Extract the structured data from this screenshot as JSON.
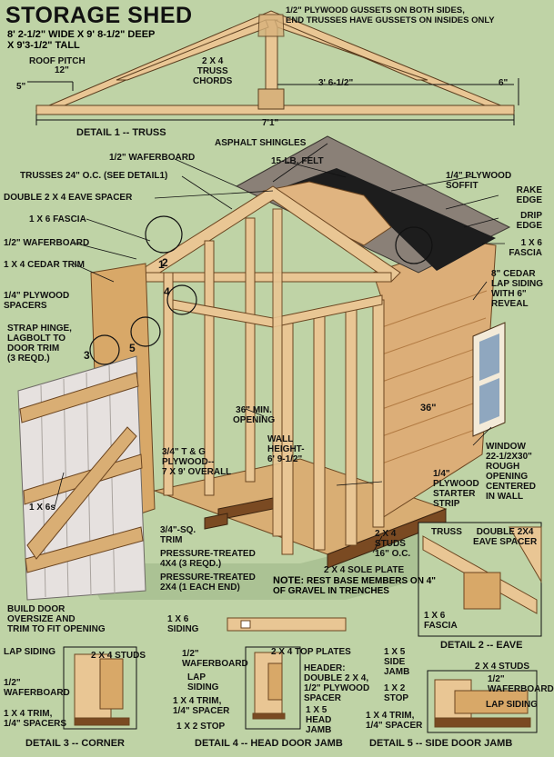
{
  "title": "STORAGE SHED",
  "subtitle": "8' 2-1/2\" WIDE X 9' 8-1/2\" DEEP\nX 9'3-1/2\" TALL",
  "truss_detail": {
    "roof_pitch": "ROOF PITCH",
    "run": "12\"",
    "rise": "5\"",
    "gusset_note": "1/2\" PLYWOOD GUSSETS ON BOTH SIDES,\nEND TRUSSES HAVE GUSSETS ON INSIDES ONLY",
    "chords": "2 X 4\nTRUSS\nCHORDS",
    "half_span": "3' 6-1/2\"",
    "heel": "6\"",
    "span": "7'1\"",
    "caption": "DETAIL 1 -- TRUSS"
  },
  "labels": {
    "waferboard_top": "1/2\" WAFERBOARD",
    "trusses": "TRUSSES 24\" O.C. (SEE DETAIL1)",
    "eave_spacer": "DOUBLE 2 X 4 EAVE SPACER",
    "fascia": "1 X 6 FASCIA",
    "waferboard_wall": "1/2\" WAFERBOARD",
    "cedar_trim": "1 X 4 CEDAR TRIM",
    "plywood_spacers": "1/4\" PLYWOOD\nSPACERS",
    "strap_hinge": "STRAP HINGE,\nLAGBOLT TO\nDOOR TRIM\n(3 REQD.)",
    "door_boards": "1 X 6s",
    "build_door": "BUILD DOOR\nOVERSIZE AND\nTRIM TO FIT OPENING",
    "asphalt": "ASPHALT SHINGLES",
    "felt": "15-LB. FELT",
    "soffit": "1/4\" PLYWOOD SOFFIT",
    "rake": "RAKE\nEDGE",
    "drip": "DRIP\nEDGE",
    "fascia_right": "1 X 6\nFASCIA",
    "cedar_siding": "8\" CEDAR\nLAP SIDING\nWITH 6\"\nREVEAL",
    "window": "WINDOW\n22-1/2X30\"\nROUGH\nOPENING\nCENTERED\nIN WALL",
    "dim_36_side": "36\"",
    "starter": "1/4\"\nPLYWOOD\nSTARTER\nSTRIP",
    "studs": "2 X 4\nSTUDS\n16\" O.C.",
    "sole_plate": "2 X 4 SOLE PLATE",
    "min_opening": "36\" MIN.\nOPENING",
    "wall_height": "WALL\nHEIGHT-\n6' 9-1/2\"",
    "floor": "3/4\" T & G\nPLYWOOD--\n7 X 9' OVERALL",
    "sq_trim": "3/4\"-SQ.\nTRIM",
    "pt_4x4": "PRESSURE-TREATED\n4X4 (3 REQD.)",
    "pt_2x4": "PRESSURE-TREATED\n2X4 (1 EACH END)",
    "siding_1x6": "1 X 6\nSIDING",
    "note_head": "NOTE:",
    "note_body": "REST BASE MEMBERS ON 4\" OF GRAVEL IN TRENCHES",
    "callout_1": "1",
    "callout_2": "2",
    "callout_3": "3",
    "callout_4": "4",
    "callout_5": "5"
  },
  "detail2": {
    "truss": "TRUSS",
    "spacer": "DOUBLE 2X4\nEAVE SPACER",
    "fascia": "1 X 6\nFASCIA",
    "caption": "DETAIL 2 -- EAVE"
  },
  "detail3": {
    "lap": "LAP SIDING",
    "studs": "2 X 4 STUDS",
    "wafer": "1/2\"\nWAFERBOARD",
    "trim": "1 X 4 TRIM,\n1/4\" SPACERS",
    "caption": "DETAIL 3 -- CORNER"
  },
  "detail4": {
    "wafer": "1/2\"\nWAFERBOARD",
    "lap": "LAP\nSIDING",
    "trim": "1 X 4 TRIM,\n1/4\" SPACER",
    "stop": "1 X 2 STOP",
    "plates": "2 X 4 TOP PLATES",
    "header": "HEADER:\nDOUBLE 2 X 4,\n1/2\" PLYWOOD\nSPACER",
    "jamb": "1 X 5\nHEAD\nJAMB",
    "caption": "DETAIL 4 -- HEAD DOOR JAMB"
  },
  "detail5": {
    "side_jamb": "1 X 5\nSIDE\nJAMB",
    "stop": "1 X 2\nSTOP",
    "trim": "1 X 4 TRIM,\n1/4\" SPACER",
    "studs": "2 X 4 STUDS",
    "wafer": "1/2\"\nWAFERBOARD",
    "lap": "LAP SIDING",
    "caption": "DETAIL 5 -- SIDE DOOR JAMB"
  },
  "colors": {
    "background": "#bfd3a6",
    "wood": "#e9c694",
    "wood_dark": "#c9955a",
    "siding": "#dcae78",
    "shingles": "#8a8077",
    "felt": "#1d1d1d",
    "door": "#e6e1df",
    "floor": "#d9ae74",
    "base": "#7a4a22",
    "window_glass": "#8fa7bf"
  }
}
